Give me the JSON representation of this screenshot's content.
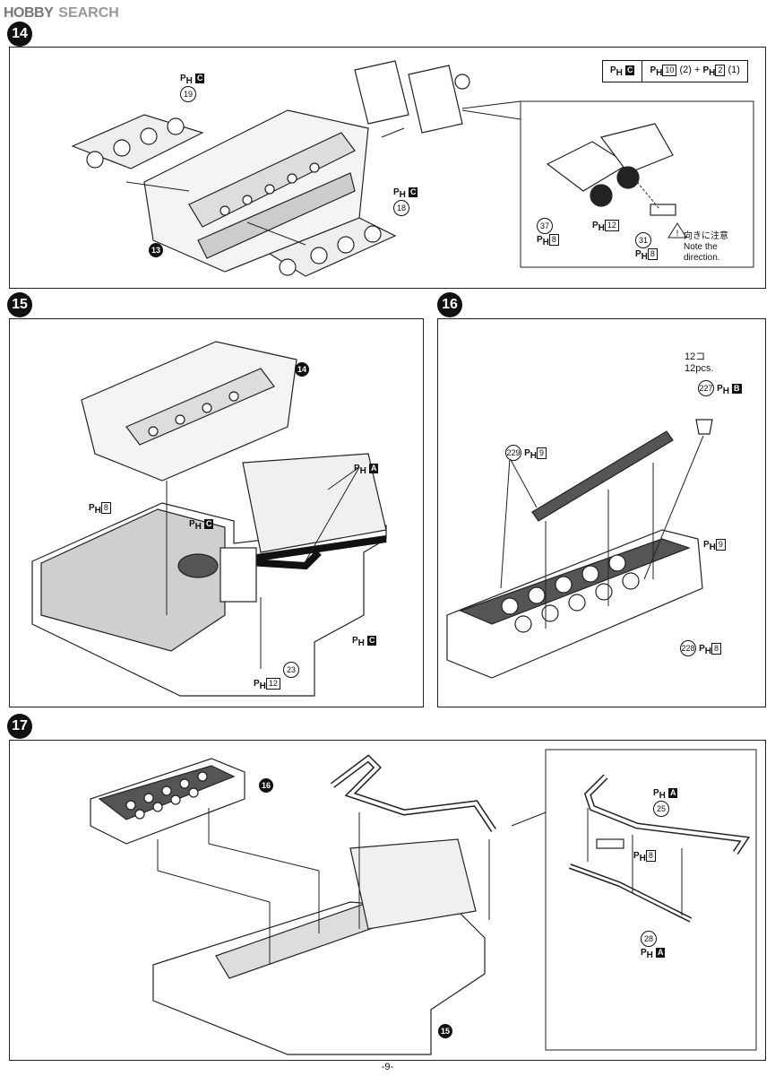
{
  "brand": {
    "hobby": "HOBBY",
    "search": "SEARCH"
  },
  "steps": {
    "s14": {
      "num": "14",
      "legend_left": "C",
      "legend_right_a": "10",
      "legend_right_a_qty": "(2)",
      "legend_right_b": "2",
      "legend_right_b_qty": "(1)",
      "part19": "19",
      "part18": "18",
      "part13": "13",
      "sprue_c": "C",
      "inset_part37": "37",
      "inset_part31": "31",
      "inset_box8a": "8",
      "inset_box12": "12",
      "inset_box8b": "8",
      "caution_jp": "向きに注意",
      "caution_en1": "Note the",
      "caution_en2": "direction."
    },
    "s15": {
      "num": "15",
      "ref14": "14",
      "sprue_a": "A",
      "sprue_c": "C",
      "sprue_c2": "C",
      "box8": "8",
      "box12": "12",
      "part23": "23"
    },
    "s16": {
      "num": "16",
      "qty_jp": "12コ",
      "qty_en": "12pcs.",
      "part227": "227",
      "sprue_b": "B",
      "part229": "229",
      "box9a": "9",
      "box9b": "9",
      "part228": "228",
      "box8": "8"
    },
    "s17": {
      "num": "17",
      "ref16": "16",
      "ref15": "15",
      "sprue_a": "A",
      "part25": "25",
      "box8": "8",
      "part28": "28",
      "sprue_a2": "A"
    }
  },
  "ph": "P",
  "ph_sub": "H",
  "page_number": "-9-"
}
